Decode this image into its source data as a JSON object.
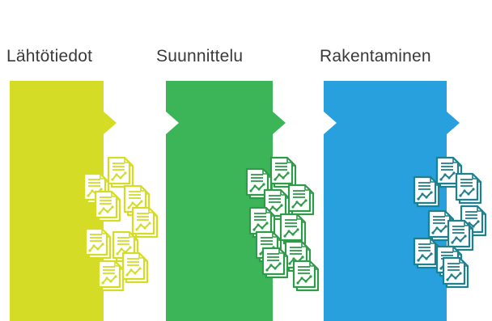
{
  "stages": [
    {
      "label": "Lähtötiedot",
      "color": "#d4dc25",
      "doc_color": "#d4dc25"
    },
    {
      "label": "Suunnittelu",
      "color": "#3cb558",
      "doc_color": "#2f9a4a"
    },
    {
      "label": "Rakentaminen",
      "color": "#27a0dd",
      "doc_color": "#1f7f8c"
    }
  ],
  "icons": {
    "document": "chart-document-icon"
  }
}
